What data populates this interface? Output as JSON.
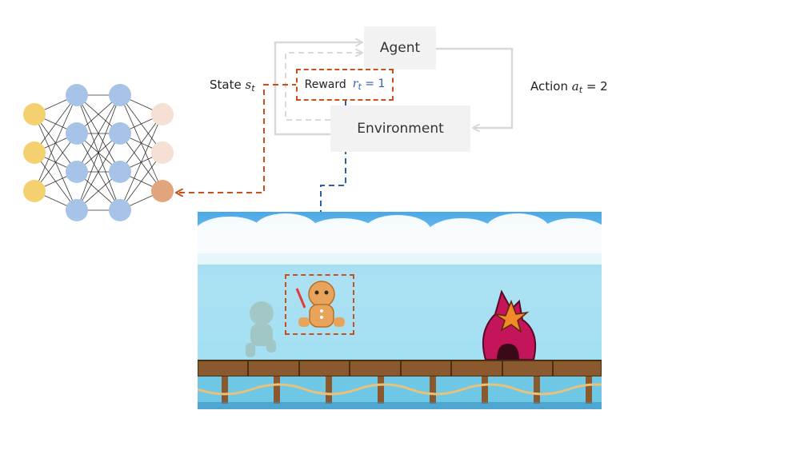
{
  "agent_label": "Agent",
  "environment_label": "Environment",
  "state": {
    "word": "State",
    "symbol": "s",
    "subscript": "t"
  },
  "reward": {
    "word": "Reward",
    "symbol": "r",
    "subscript": "t",
    "rest": " = 1"
  },
  "action": {
    "word": "Action",
    "symbol": "a",
    "subscript": "t",
    "rest": " = 2"
  },
  "network": {
    "layers": [
      3,
      4,
      4,
      3
    ],
    "colors": [
      "#f4d06f",
      "#a8c3e8",
      "#a8c3e8",
      "#f5e0d3"
    ],
    "active_output_color": "#e0a57c",
    "active_output_index": 2
  },
  "colors": {
    "state_arrow": "#c8501e",
    "reward_arrow": "#2f5fa6",
    "loop_lines": "#d9d9d9"
  },
  "game": {
    "sky_top": "#4aa8e6",
    "water": "#8fdaf2",
    "bridge": "#8a5a2e",
    "player_color": "#e7a45a",
    "ghost_color": "#9fb7a8",
    "enemy_color": "#c4145a",
    "enemy_star_color": "#f08a2a"
  }
}
